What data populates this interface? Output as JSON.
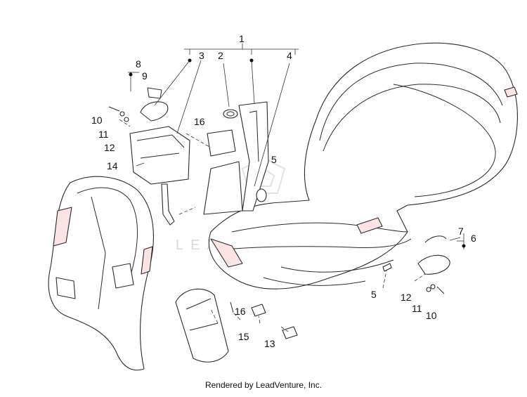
{
  "callouts": {
    "c1": "1",
    "c2": "2",
    "c3": "3",
    "c4": "4",
    "c5_upper": "5",
    "c5_lower": "5",
    "c6": "6",
    "c7": "7",
    "c8": "8",
    "c9": "9",
    "c10_left": "10",
    "c10_right": "10",
    "c11_left": "11",
    "c11_right": "11",
    "c12_left": "12",
    "c12_right": "12",
    "c13": "13",
    "c14": "14",
    "c15": "15",
    "c16_upper": "16",
    "c16_lower": "16"
  },
  "footer": {
    "credit": "Rendered by LeadVenture, Inc."
  },
  "colors": {
    "line": "#2a2a2a",
    "accent_fill": "#fbe3e6"
  }
}
